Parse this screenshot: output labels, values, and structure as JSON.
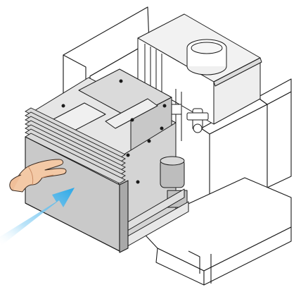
{
  "diagram": {
    "subject": "",
    "colors": {
      "background": "#ffffff",
      "line": "#1a1a1a",
      "panel_gray": "#c9c9c9",
      "panel_dark": "#a9a9a9",
      "metal_light": "#e6e6e6",
      "metal_mid": "#d6d6d6",
      "skin": "#f3c9a6",
      "skin_shadow": "#e0a47f",
      "arrow_start": "#ffffff",
      "arrow_end": "#2aa8e8"
    },
    "icons": [
      "cabinet-enclosure",
      "flue-collar",
      "boiler-module",
      "pointing-hand-icon",
      "push-direction-arrow-icon"
    ]
  }
}
